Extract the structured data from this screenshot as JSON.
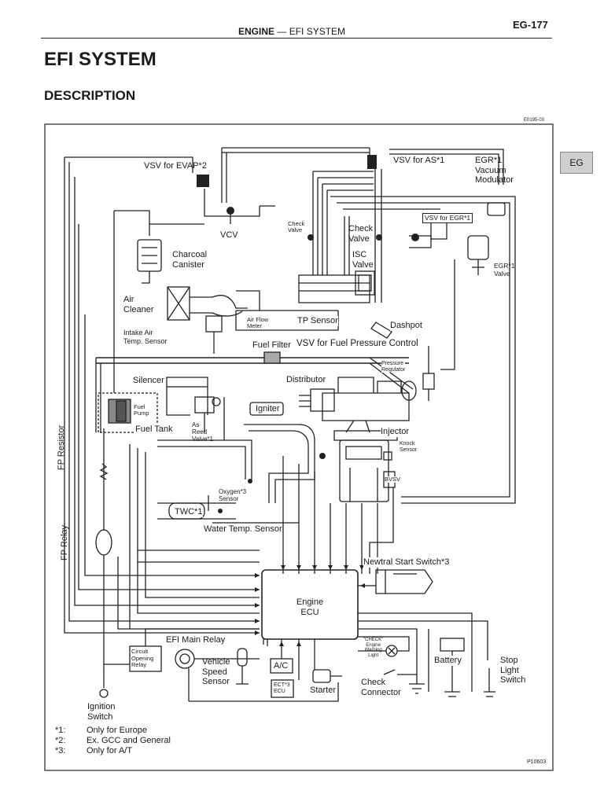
{
  "header": {
    "section": "ENGINE",
    "separator": "—",
    "subsection": "EFI SYSTEM",
    "page_code": "EG-177"
  },
  "title": "EFI SYSTEM",
  "subtitle": "DESCRIPTION",
  "side_tab": "EG",
  "figure_code_top": "E0195-03",
  "figure_code_bottom": "P10603",
  "labels": {
    "vsv_evap": "VSV for EVAP*2",
    "vsv_as": "VSV for AS*1",
    "egr_vac_1": "EGR*1",
    "egr_vac_2": "Vacuum",
    "egr_vac_3": "Modulator",
    "vsv_egr": "VSV for EGR*1",
    "vcv": "VCV",
    "check_valve_small_1": "Check",
    "check_valve_small_2": "Valve",
    "check_valve_1": "Check",
    "check_valve_2": "Valve",
    "isc_1": "ISC",
    "isc_2": "Valve",
    "egr_valve_1": "EGR*1",
    "egr_valve_2": "Valve",
    "charcoal_1": "Charcoal",
    "charcoal_2": "Canister",
    "air_cleaner_1": "Air",
    "air_cleaner_2": "Cleaner",
    "intake_air_1": "Intake Air",
    "intake_air_2": "Temp. Sensor",
    "air_flow_1": "Air Flow",
    "air_flow_2": "Meter",
    "tp_sensor": "TP Sensor",
    "dashpot": "Dashpot",
    "fuel_filter": "Fuel Filter",
    "vsv_fuel": "VSV for Fuel Pressure Control",
    "pressure_reg_1": "Pressure",
    "pressure_reg_2": "Regulator",
    "silencer": "Silencer",
    "distributor": "Distributor",
    "fuel_pump_1": "Fuel",
    "fuel_pump_2": "Pump",
    "fuel_tank": "Fuel Tank",
    "as_reed_1": "As",
    "as_reed_2": "Reed",
    "as_reed_3": "Valve*1",
    "igniter": "Igniter",
    "injector": "Injector",
    "knock_1": "Knock",
    "knock_2": "Sensor",
    "bvsv": "BVSV",
    "fp_resistor": "FP Resistor",
    "fp_relay": "FP Relay",
    "oxygen_1": "Oxygen*3",
    "oxygen_2": "Sensor",
    "twc": "TWC*1",
    "water_temp": "Water Temp. Sensor",
    "neutral_start": "Newtral Start Switch*3",
    "ecu_1": "Engine",
    "ecu_2": "ECU",
    "efi_main_relay": "EFI Main Relay",
    "check_light_1": "\"CHECK\"",
    "check_light_2": "Engine",
    "check_light_3": "Warning",
    "check_light_4": "Light",
    "circuit_relay_1": "Circuit",
    "circuit_relay_2": "Opening",
    "circuit_relay_3": "Relay",
    "vss_1": "Vehicle",
    "vss_2": "Speed",
    "vss_3": "Sensor",
    "ac": "A/C",
    "ect_1": "ECT*3",
    "ect_2": "ECU",
    "starter": "Starter",
    "check_conn_1": "Check",
    "check_conn_2": "Connector",
    "battery": "Battery",
    "stop_1": "Stop",
    "stop_2": "Light",
    "stop_3": "Switch",
    "ignition_1": "Ignition",
    "ignition_2": "Switch"
  },
  "notes": [
    {
      "mark": "*1:",
      "text": "Only for Europe"
    },
    {
      "mark": "*2:",
      "text": "Ex. GCC and General"
    },
    {
      "mark": "*3:",
      "text": "Only for A/T"
    }
  ]
}
